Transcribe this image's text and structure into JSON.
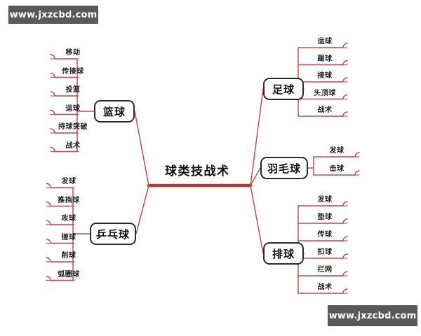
{
  "watermarks": {
    "top": "www.jxzcbd.com",
    "bottom": "www.jxzcbd.com"
  },
  "colors": {
    "branch_line": "#c0504d",
    "spine_line": "#b33a3a",
    "node_border": "#2b2b2b",
    "background": "#ffffff",
    "text": "#141414",
    "watermark_bg": "#595959"
  },
  "mindmap": {
    "center": {
      "label": "球类技战术"
    },
    "branches": [
      {
        "id": "basketball",
        "label": "篮球",
        "side": "left",
        "leaves": [
          {
            "label": "移动"
          },
          {
            "label": "传接球"
          },
          {
            "label": "投篮"
          },
          {
            "label": "运球"
          },
          {
            "label": "持球突破"
          },
          {
            "label": "战术"
          }
        ]
      },
      {
        "id": "table-tennis",
        "label": "乒乓球",
        "side": "left",
        "leaves": [
          {
            "label": "发球"
          },
          {
            "label": "推挡球"
          },
          {
            "label": "攻球"
          },
          {
            "label": "搓球"
          },
          {
            "label": "削球"
          },
          {
            "label": "弧圈球"
          }
        ]
      },
      {
        "id": "football",
        "label": "足球",
        "side": "right",
        "leaves": [
          {
            "label": "运球"
          },
          {
            "label": "踢球"
          },
          {
            "label": "接球"
          },
          {
            "label": "头顶球"
          },
          {
            "label": "战术"
          }
        ]
      },
      {
        "id": "badminton",
        "label": "羽毛球",
        "side": "right",
        "leaves": [
          {
            "label": "发球"
          },
          {
            "label": "击球"
          }
        ]
      },
      {
        "id": "volleyball",
        "label": "排球",
        "side": "right",
        "leaves": [
          {
            "label": "发球"
          },
          {
            "label": "垫球"
          },
          {
            "label": "传球"
          },
          {
            "label": "扣球"
          },
          {
            "label": "拦网"
          },
          {
            "label": "战术"
          }
        ]
      }
    ]
  }
}
